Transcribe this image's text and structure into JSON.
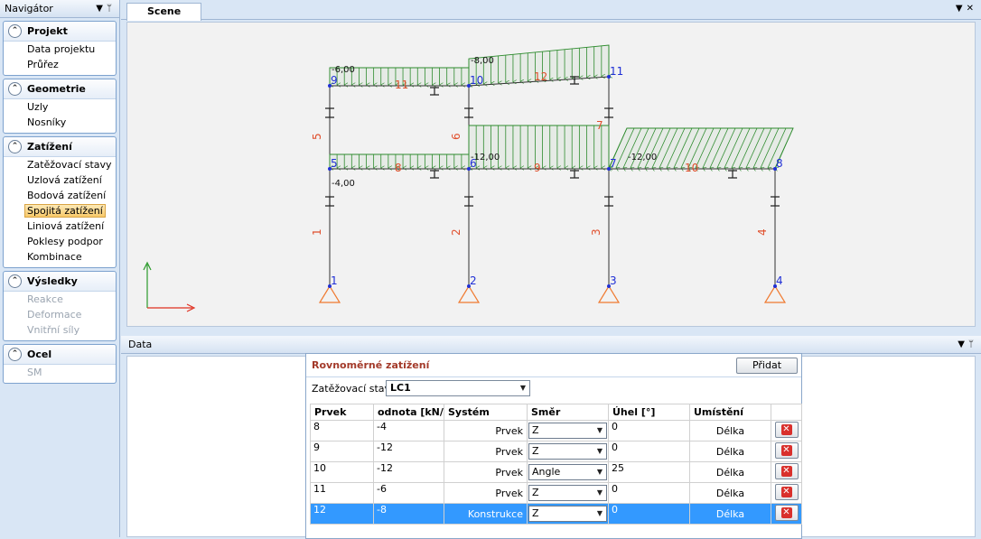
{
  "navigator": {
    "title": "Navigátor",
    "groups": [
      {
        "title": "Projekt",
        "items": [
          {
            "label": "Data projektu"
          },
          {
            "label": "Průřez"
          }
        ]
      },
      {
        "title": "Geometrie",
        "items": [
          {
            "label": "Uzly"
          },
          {
            "label": "Nosníky"
          }
        ]
      },
      {
        "title": "Zatížení",
        "items": [
          {
            "label": "Zatěžovací stavy"
          },
          {
            "label": "Uzlová zatížení"
          },
          {
            "label": "Bodová zatížení"
          },
          {
            "label": "Spojitá zatížení",
            "selected": true
          },
          {
            "label": "Liniová zatížení"
          },
          {
            "label": "Poklesy podpor"
          },
          {
            "label": "Kombinace"
          }
        ]
      },
      {
        "title": "Výsledky",
        "items": [
          {
            "label": "Reakce",
            "disabled": true
          },
          {
            "label": "Deformace",
            "disabled": true
          },
          {
            "label": "Vnitřní síly",
            "disabled": true
          }
        ]
      },
      {
        "title": "Ocel",
        "items": [
          {
            "label": "SM",
            "disabled": true
          }
        ]
      }
    ]
  },
  "scene": {
    "tab": "Scene",
    "node_labels": [
      "1",
      "2",
      "3",
      "4",
      "5",
      "6",
      "7",
      "8",
      "9",
      "10",
      "11"
    ],
    "beam_labels": [
      "1",
      "2",
      "3",
      "4",
      "5",
      "6",
      "7",
      "8",
      "9",
      "10",
      "11",
      "12"
    ],
    "load_labels": [
      "-6,00",
      "-8,00",
      "-12,00",
      "-12,00",
      "-4,00"
    ]
  },
  "data_panel": {
    "title": "Data",
    "section_title": "Rovnoměrné zatížení",
    "add_label": "Přidat",
    "load_case_label": "Zatěžovací stav",
    "load_case_value": "LC1",
    "columns": [
      "Prvek",
      "odnota [kN/n",
      "Systém",
      "Směr",
      "Úhel [°]",
      "Umístění"
    ],
    "rows": [
      {
        "prvek": "8",
        "hodnota": "-4",
        "system": "Prvek",
        "smer": "Z",
        "uhel": "0",
        "umisteni": "Délka"
      },
      {
        "prvek": "9",
        "hodnota": "-12",
        "system": "Prvek",
        "smer": "Z",
        "uhel": "0",
        "umisteni": "Délka"
      },
      {
        "prvek": "10",
        "hodnota": "-12",
        "system": "Prvek",
        "smer": "Angle",
        "uhel": "25",
        "umisteni": "Délka"
      },
      {
        "prvek": "11",
        "hodnota": "-6",
        "system": "Prvek",
        "smer": "Z",
        "uhel": "0",
        "umisteni": "Délka"
      },
      {
        "prvek": "12",
        "hodnota": "-8",
        "system": "Konstrukce",
        "smer": "Z",
        "uhel": "0",
        "umisteni": "Délka",
        "selected": true
      }
    ]
  },
  "colors": {
    "load_green": "#2e8b2e",
    "node_blue": "#1f2fd6",
    "beam_label_red": "#e0502e",
    "support_orange": "#f07a30",
    "axis_red": "#e03020",
    "axis_green": "#2a9a2a",
    "selection_blue": "#3399ff"
  }
}
